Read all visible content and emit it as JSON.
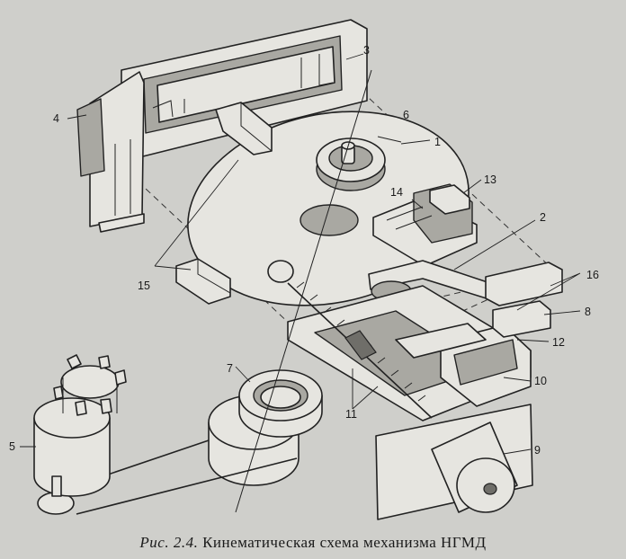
{
  "figure": {
    "labels": {
      "n1": "1",
      "n2": "2",
      "n3": "3",
      "n4": "4",
      "n5": "5",
      "n6": "6",
      "n7": "7",
      "n8": "8",
      "n9": "9",
      "n10": "10",
      "n11": "11",
      "n12": "12",
      "n13": "13",
      "n14": "14",
      "n15": "15",
      "n16": "16"
    }
  },
  "caption": {
    "prefix": "Рис. 2.4.",
    "text": "Кинематическая схема механизма НГМД"
  }
}
